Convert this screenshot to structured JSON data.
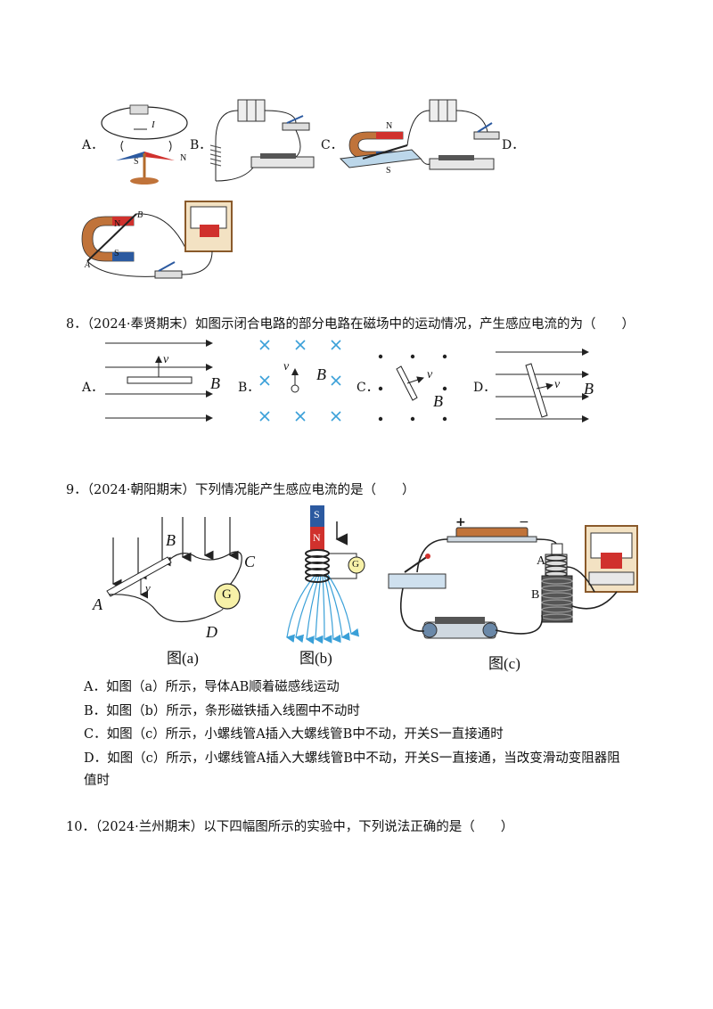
{
  "q7": {
    "option_labels": [
      "A．",
      "B．",
      "C．",
      "D．"
    ],
    "fig_a": {
      "S": "S",
      "N": "N",
      "I": "I"
    },
    "fig_c": {
      "N": "N",
      "S": "S"
    },
    "fig_d": {
      "N": "N",
      "S": "S",
      "A": "A",
      "B": "B"
    }
  },
  "q8": {
    "stem": "8．（2024·奉贤期末）如图示闭合电路的部分电路在磁场中的运动情况，产生感应电流的为（　　）",
    "option_labels": [
      "A．",
      "B．",
      "C．",
      "D．"
    ],
    "v": "v",
    "B": "B"
  },
  "q9": {
    "stem": "9．（2024·朝阳期末）下列情况能产生感应电流的是（　　）",
    "fig_a": {
      "A": "A",
      "B": "B",
      "C": "C",
      "D": "D",
      "G": "G",
      "v": "v",
      "caption": "图(a)"
    },
    "fig_b": {
      "S": "S",
      "N": "N",
      "G": "G",
      "caption": "图(b)"
    },
    "fig_c": {
      "A": "A",
      "B": "B",
      "plus": "+",
      "minus": "−",
      "caption": "图(c)"
    },
    "options": [
      "A．如图（a）所示，导体AB顺着磁感线运动",
      "B．如图（b）所示，条形磁铁插入线圈中不动时",
      "C．如图（c）所示，小螺线管A插入大螺线管B中不动，开关S一直接通时",
      "D．如图（c）所示，小螺线管A插入大螺线管B中不动，开关S一直接通，当改变滑动变阻器阻",
      "值时"
    ]
  },
  "q10": {
    "stem": "10．（2024·兰州期末）以下四幅图所示的实验中，下列说法正确的是（　　）"
  },
  "colors": {
    "accent_blue": "#3aa0d8",
    "copper": "#c0733a",
    "magnet_red": "#d0312d",
    "magnet_blue": "#2c5aa0"
  }
}
